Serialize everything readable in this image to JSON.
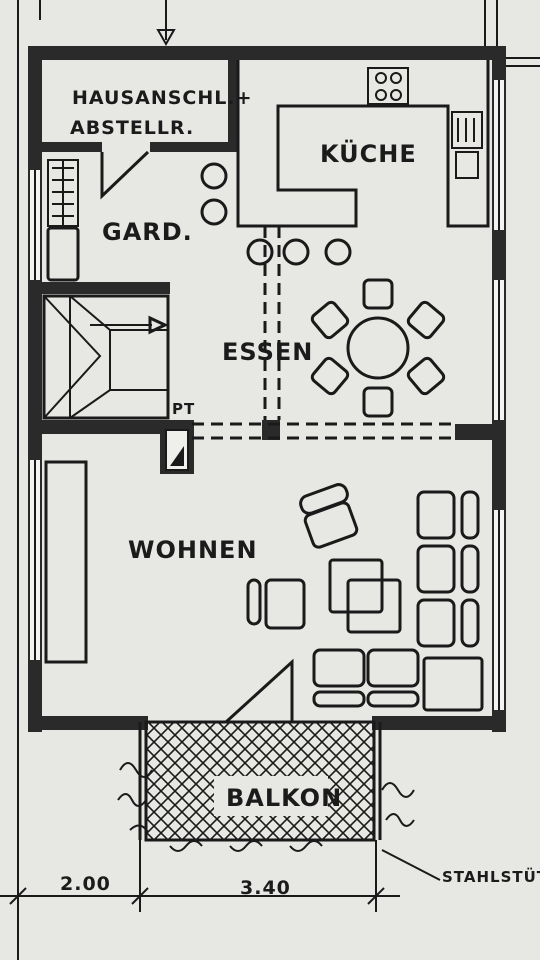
{
  "rooms": {
    "hausanschl": "HAUSANSCHL.+",
    "abstellr": "ABSTELLR.",
    "kueche": "KÜCHE",
    "gard": "GARD.",
    "essen": "ESSEN",
    "pt": "PT",
    "wohnen": "WOHNEN",
    "balkon": "BALKON"
  },
  "annotations": {
    "stahlstuetze": "STAHLSTÜTZ"
  },
  "dimensions": {
    "left": "2.00",
    "right": "3.40"
  }
}
